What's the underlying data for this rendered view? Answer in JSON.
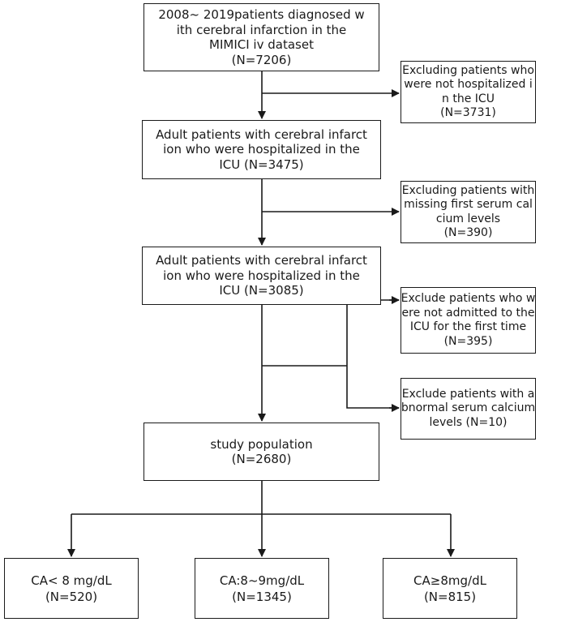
{
  "boxes": {
    "start": {
      "line1": "2008~ 2019patients diagnosed w",
      "line2": "ith cerebral infarction in the",
      "line3": "MIMICI  iv dataset",
      "line4": "(N=7206)"
    },
    "exclude_not_icu": {
      "line1": "Excluding patients who",
      "line2": "were not hospitalized i",
      "line3": "n the ICU",
      "line4": "(N=3731)"
    },
    "adult_icu_1": {
      "line1": "Adult patients with cerebral infarct",
      "line2": "ion who were hospitalized in the",
      "line3": "ICU (N=3475)"
    },
    "exclude_missing_calcium": {
      "line1": "Excluding patients with",
      "line2": "missing first serum cal",
      "line3": "cium levels",
      "line4": "(N=390)"
    },
    "adult_icu_2": {
      "line1": "Adult patients with cerebral infarct",
      "line2": "ion who were hospitalized in the",
      "line3": "ICU (N=3085)"
    },
    "exclude_not_first_icu": {
      "line1": "Exclude patients who w",
      "line2": "ere not admitted to the",
      "line3": "ICU for the first time",
      "line4": "(N=395)"
    },
    "exclude_abnormal_calcium": {
      "line1": "Exclude patients with a",
      "line2": "bnormal serum calcium",
      "line3": "levels (N=10)"
    },
    "study_population": {
      "line1": "study population",
      "line2": "(N=2680)"
    },
    "group_low": {
      "line1": "CA< 8 mg/dL",
      "line2": "(N=520)"
    },
    "group_mid": {
      "line1": "CA:8~9mg/dL",
      "line2": "(N=1345)"
    },
    "group_high": {
      "line1": "CA≥8mg/dL",
      "line2": "(N=815)"
    }
  },
  "colors": {
    "stroke": "#1a1a1a",
    "background": "#ffffff"
  }
}
